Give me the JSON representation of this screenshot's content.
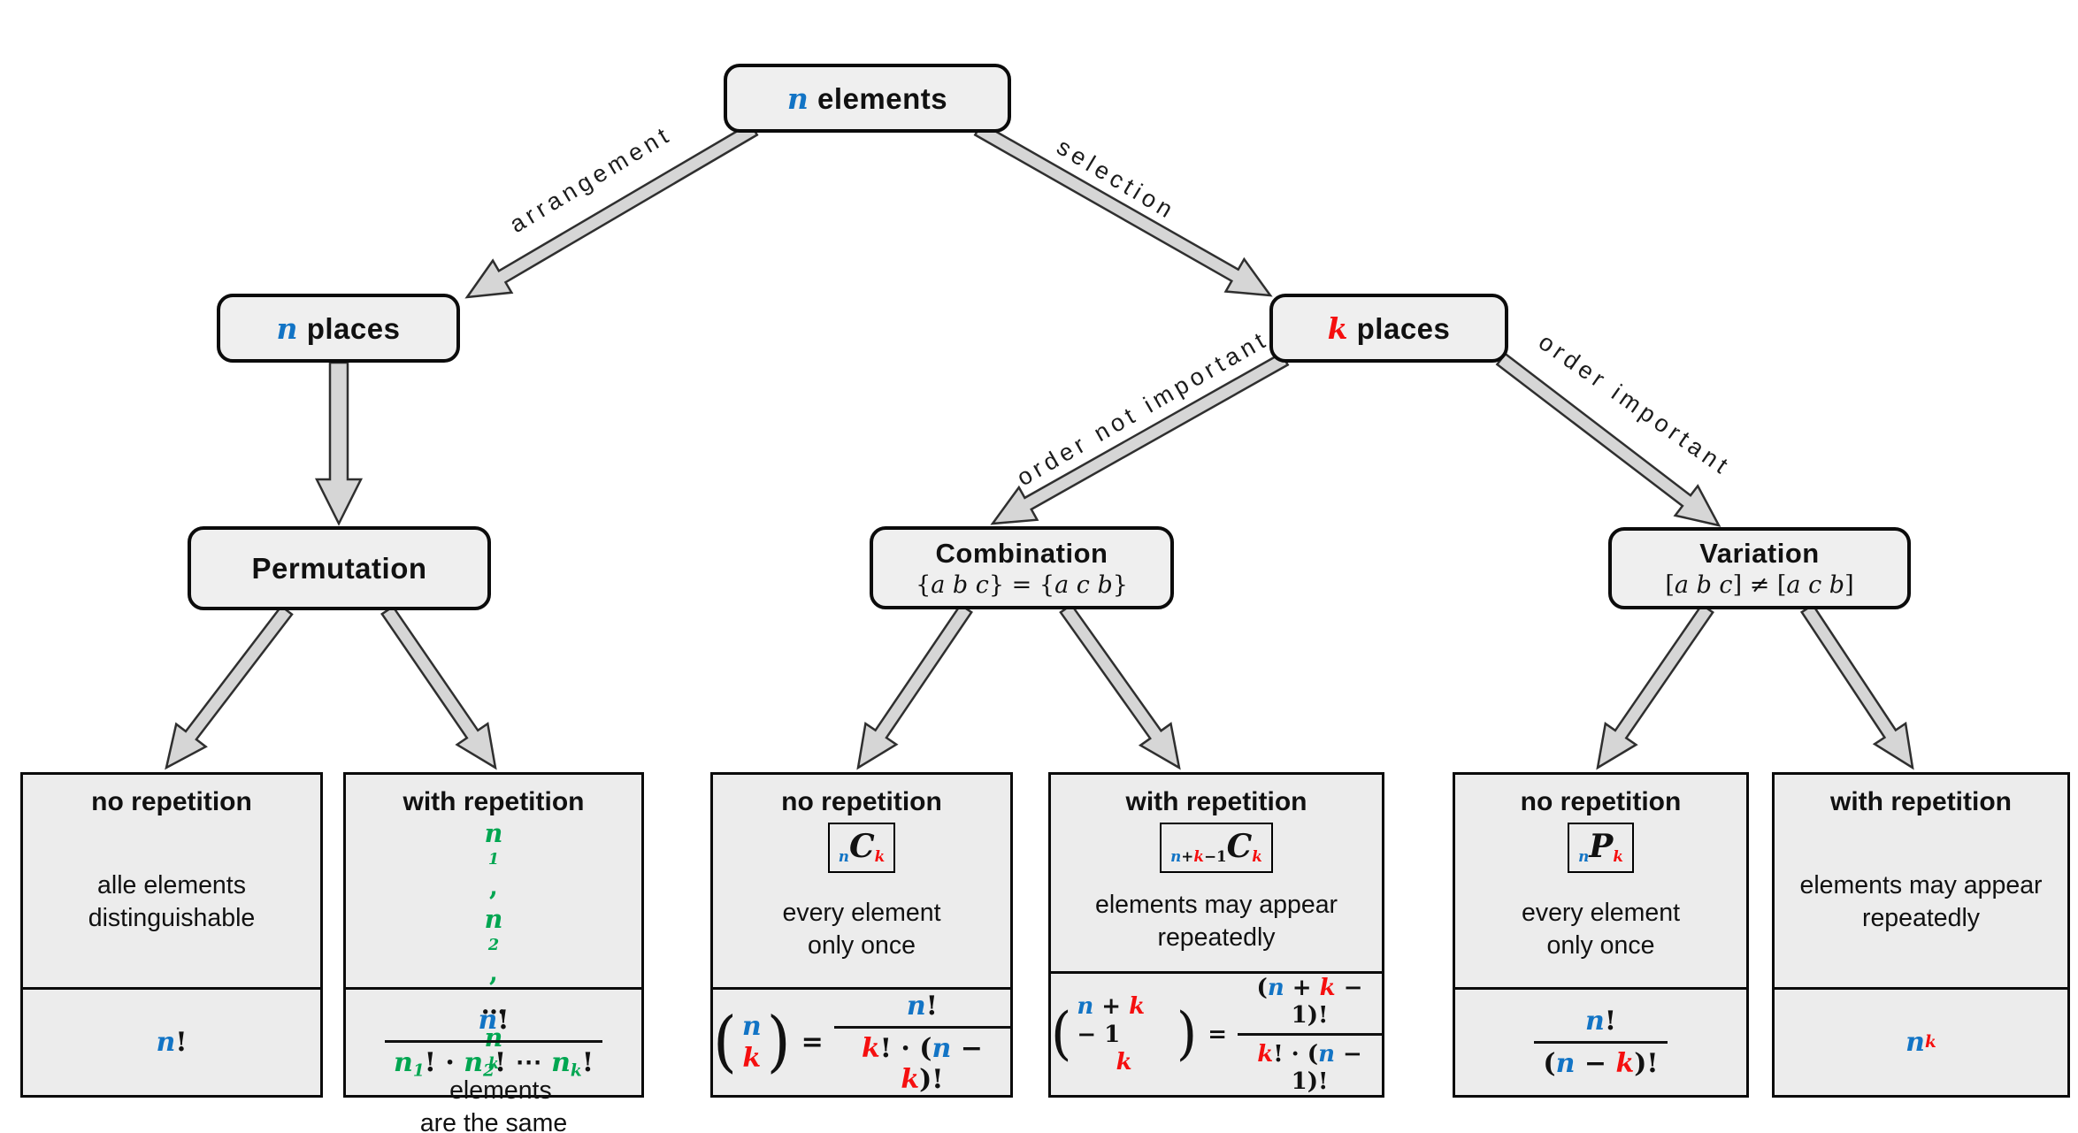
{
  "palette": {
    "blue": "#1274C5",
    "red": "#F50F0F",
    "green": "#00A651",
    "box_fill": "#EFEFEF",
    "arrow_fill": "#D6D6D6",
    "arrow_stroke": "#2F2F2F"
  },
  "nodes": {
    "root_html": "<span class=\"mv vb\">n</span> elements",
    "n_places_html": "<span class=\"mv vb\">n</span> places",
    "k_places_html": "<span class=\"mv vr\">k</span> places",
    "permutation_title": "Permutation",
    "combination_title": "Combination",
    "combination_sub_html": "{<span class=\"it\">a b c</span>} = {<span class=\"it\">a c b</span>}",
    "variation_title": "Variation",
    "variation_sub_html": "[<span class=\"it\">a b c</span>] &ne; [<span class=\"it\">a c b</span>]"
  },
  "edges": {
    "arrangement": "arrangement",
    "selection": "selection",
    "order_not_important": "order not important",
    "order_important": "order important"
  },
  "leaves": [
    {
      "title": "no repetition",
      "desc_html": "alle elements<br>distinguishable",
      "formula_html": "<span class=\"mv vb\">n</span><span class=\"mp\">!</span>"
    },
    {
      "title": "with repetition",
      "desc_html": "<span class=\"mv vg\">n</span><sub class=\"mv vg\">1</sub><span class=\"mp vg\">,</span> <span class=\"mv vg\">n</span><sub class=\"mv vg\">2</sub><span class=\"mp vg\">,</span> <span class=\"mp\">&hellip;</span> <span class=\"mv vg\">n</span><sub class=\"mv vg\">k</sub>&nbsp; elements<br>are the same",
      "formula_html": "<span class=\"frac\"><span class=\"num\"><span class=\"mv vb\">n</span><span class=\"mp\">!</span></span><span class=\"den\"><span class=\"mv vg\">n</span><sub class=\"mv vg\">1</sub><span class=\"mp\">! &middot; </span><span class=\"mv vg\">n</span><sub class=\"mv vg\">2</sub><span class=\"mp\">! &#8943; </span><span class=\"mv vg\">n</span><sub class=\"mv vg\">k</sub><span class=\"mp\">!</span></span></span>"
    },
    {
      "title": "no repetition",
      "notation_html": "<sub class=\"mv vb\">n</sub><span class=\"mv bigC\">C</span><sub class=\"mv vr\">k</sub>",
      "desc_html": "every element<br>only once",
      "formula_html": "<span class=\"binom\"><span class=\"bigp\">(</span><span class=\"bstack\"><span class=\"mv vb\">n</span><span class=\"mv vr\">k</span></span><span class=\"bigp\">)</span></span><span class=\"mp eq\">=</span><span class=\"frac\"><span class=\"num\"><span class=\"mv vb\">n</span><span class=\"mp\">!</span></span><span class=\"den\"><span class=\"mv vr\">k</span><span class=\"mp\">! &middot; (</span><span class=\"mv vb\">n</span><span class=\"mp\"> &minus; </span><span class=\"mv vr\">k</span><span class=\"mp\">)!</span></span></span>"
    },
    {
      "title": "with repetition",
      "notation_html": "<sub><span class=\"mv vb\">n</span><span class=\"mp\">+</span><span class=\"mv vr\">k</span><span class=\"mp\">&minus;1</span></sub><span class=\"mv bigC\">C</span><sub class=\"mv vr\">k</sub>",
      "desc_html": "elements may appear<br>repeatedly",
      "formula_html": "<span class=\"binom\"><span class=\"bigp\">(</span><span class=\"bstack\"><span><span class=\"mv vb\">n</span><span class=\"mp\"> + </span><span class=\"mv vr\">k</span><span class=\"mp\"> &minus; 1</span></span><span class=\"mv vr\">k</span></span><span class=\"bigp\">)</span></span><span class=\"mp eq\">=</span><span class=\"frac\"><span class=\"num\"><span class=\"mp\">(</span><span class=\"mv vb\">n</span><span class=\"mp\"> + </span><span class=\"mv vr\">k</span><span class=\"mp\"> &minus; 1)!</span></span><span class=\"den\"><span class=\"mv vr\">k</span><span class=\"mp\">! &middot; (</span><span class=\"mv vb\">n</span><span class=\"mp\"> &minus; 1)!</span></span></span>"
    },
    {
      "title": "no repetition",
      "notation_html": "<sub class=\"mv vb\">n</sub><span class=\"mv bigC\">P</span><sub class=\"mv vr\">k</sub>",
      "desc_html": "every element<br>only once",
      "formula_html": "<span class=\"frac\"><span class=\"num\"><span class=\"mv vb\">n</span><span class=\"mp\">!</span></span><span class=\"den\"><span class=\"mp\">(</span><span class=\"mv vb\">n</span><span class=\"mp\"> &minus; </span><span class=\"mv vr\">k</span><span class=\"mp\">)!</span></span></span>"
    },
    {
      "title": "with repetition",
      "desc_html": "elements may appear<br>repeatedly",
      "formula_html": "<span class=\"mv vb\">n</span><sup class=\"mv vr\">k</sup>"
    }
  ]
}
